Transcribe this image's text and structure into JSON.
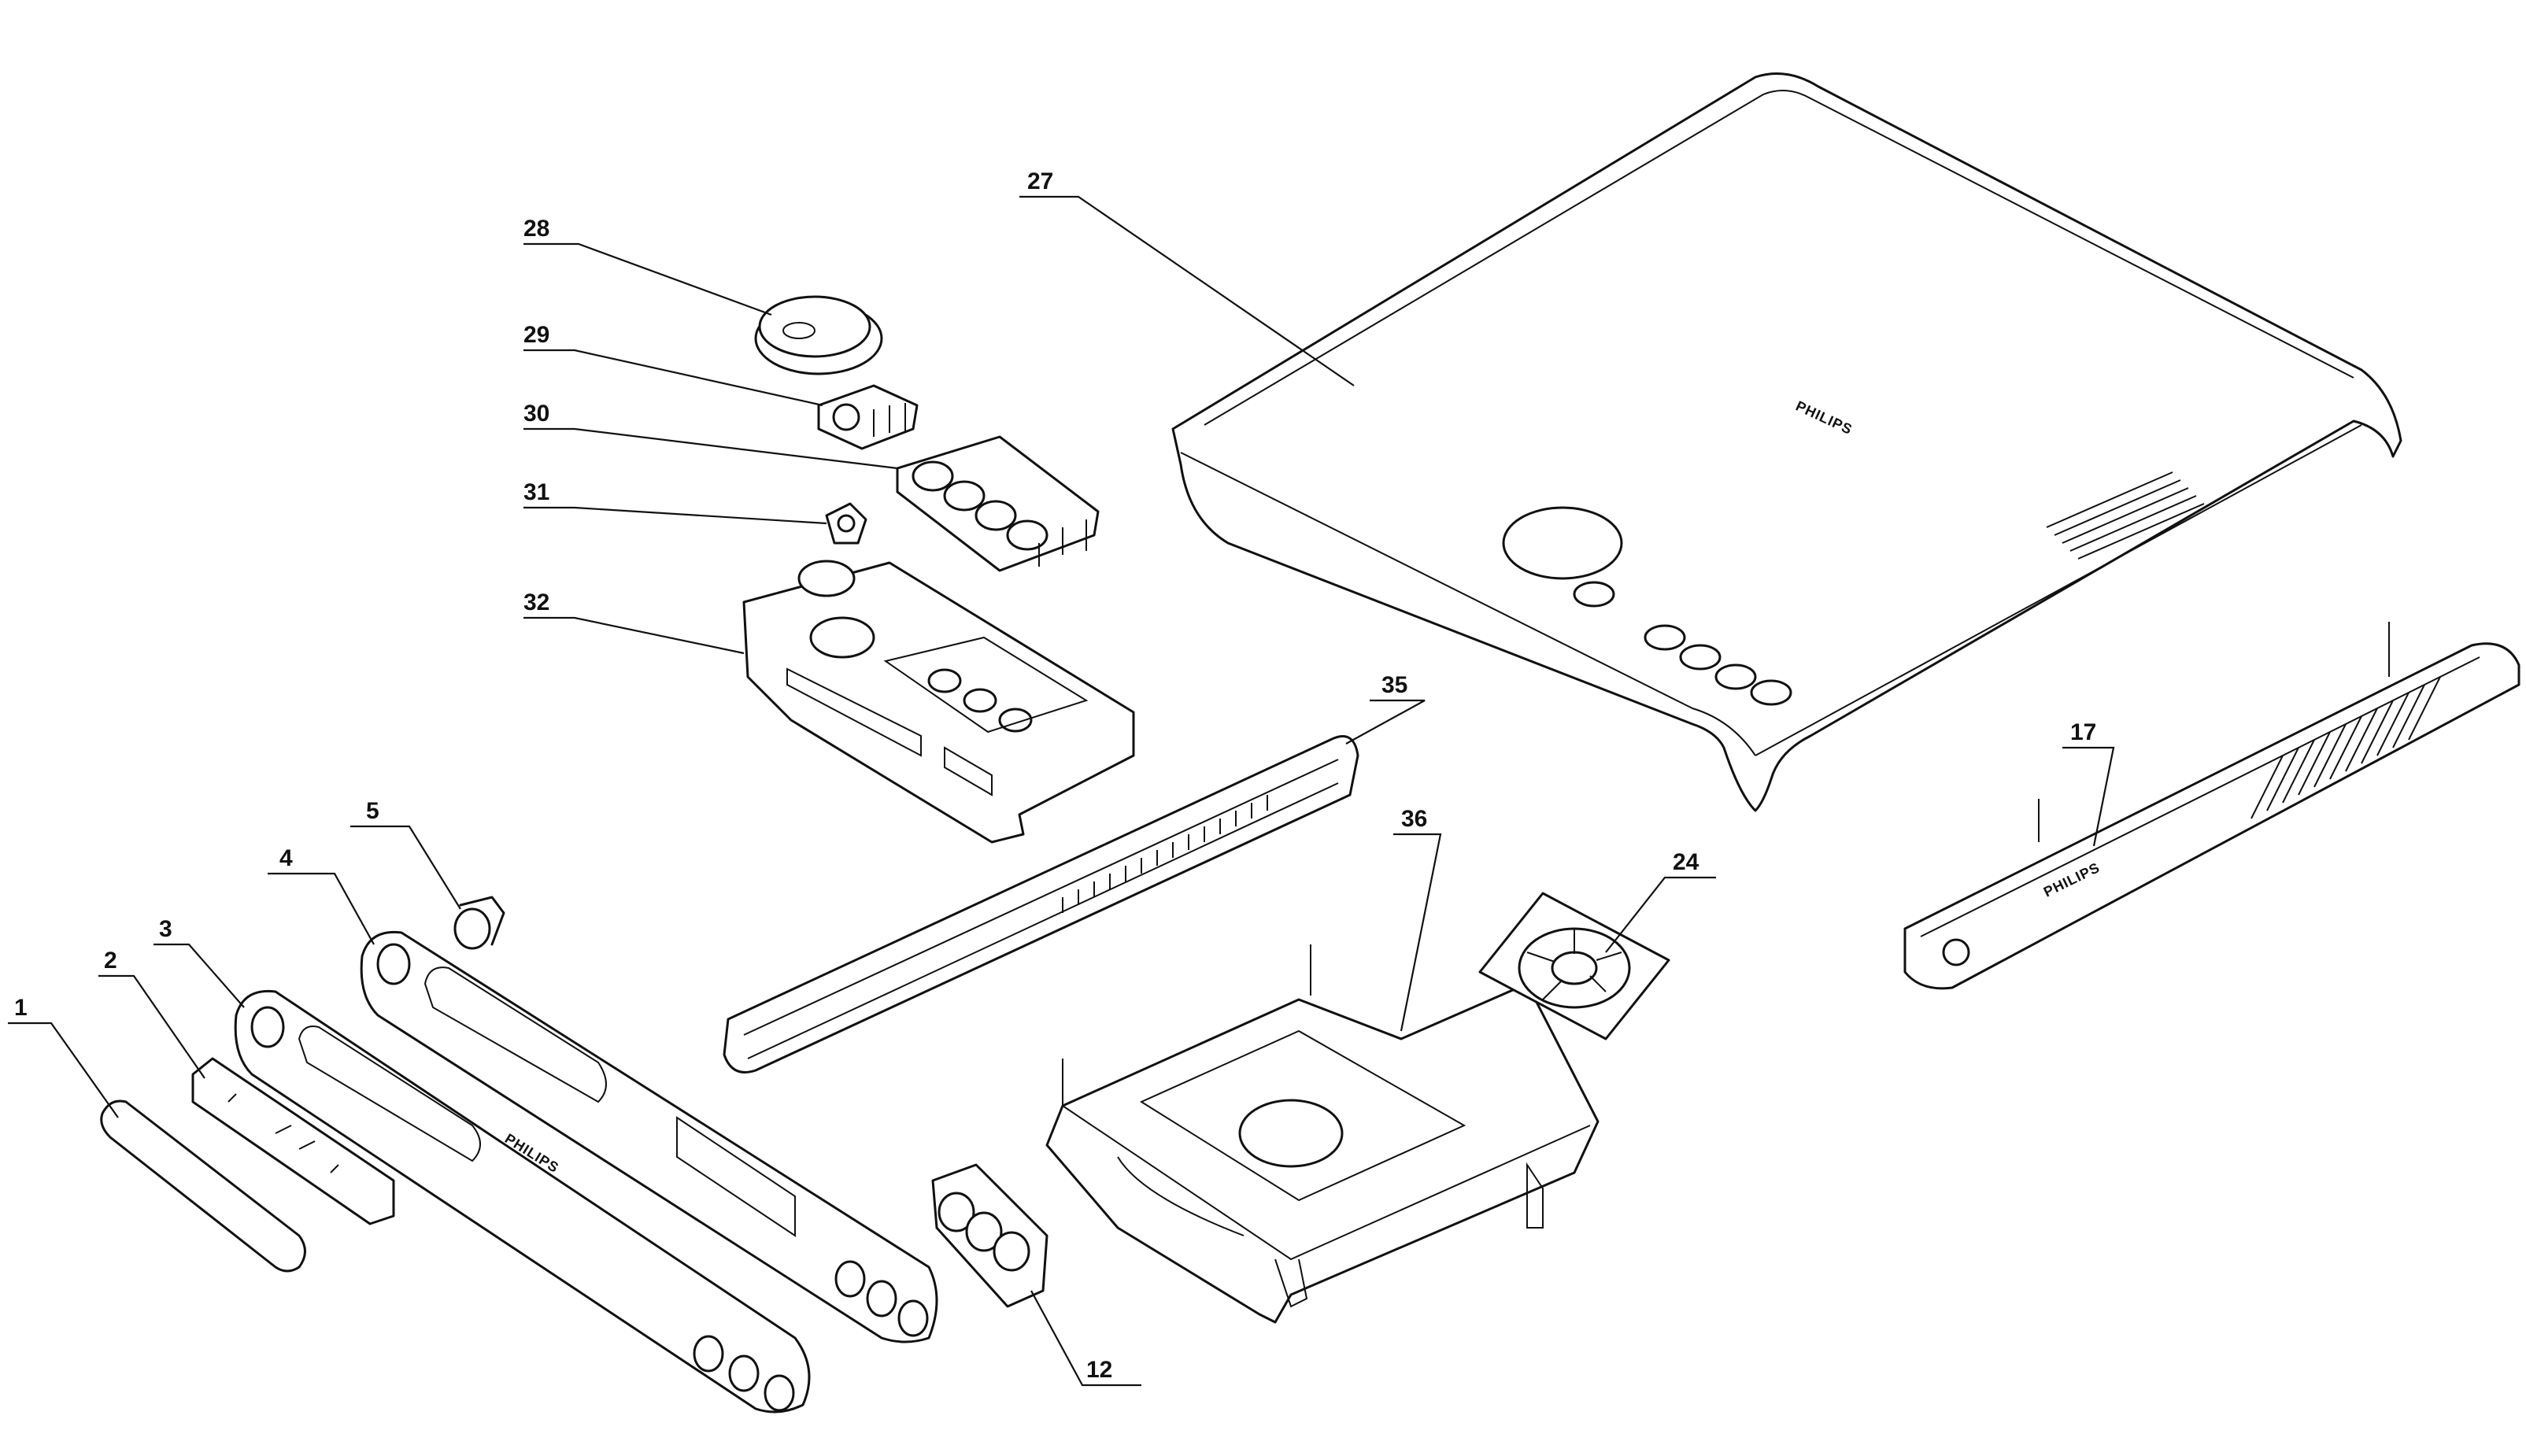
{
  "diagram": {
    "callouts": [
      {
        "id": "1",
        "label": "1"
      },
      {
        "id": "2",
        "label": "2"
      },
      {
        "id": "3",
        "label": "3"
      },
      {
        "id": "4",
        "label": "4"
      },
      {
        "id": "5",
        "label": "5"
      },
      {
        "id": "12",
        "label": "12"
      },
      {
        "id": "17",
        "label": "17"
      },
      {
        "id": "24",
        "label": "24"
      },
      {
        "id": "27",
        "label": "27"
      },
      {
        "id": "28",
        "label": "28"
      },
      {
        "id": "29",
        "label": "29"
      },
      {
        "id": "30",
        "label": "30"
      },
      {
        "id": "31",
        "label": "31"
      },
      {
        "id": "32",
        "label": "32"
      },
      {
        "id": "35",
        "label": "35"
      },
      {
        "id": "36",
        "label": "36"
      }
    ],
    "brand_marks": {
      "top_cover": "PHILIPS",
      "front_bar": "PHILIPS",
      "side_panel": "PHILIPS"
    }
  }
}
